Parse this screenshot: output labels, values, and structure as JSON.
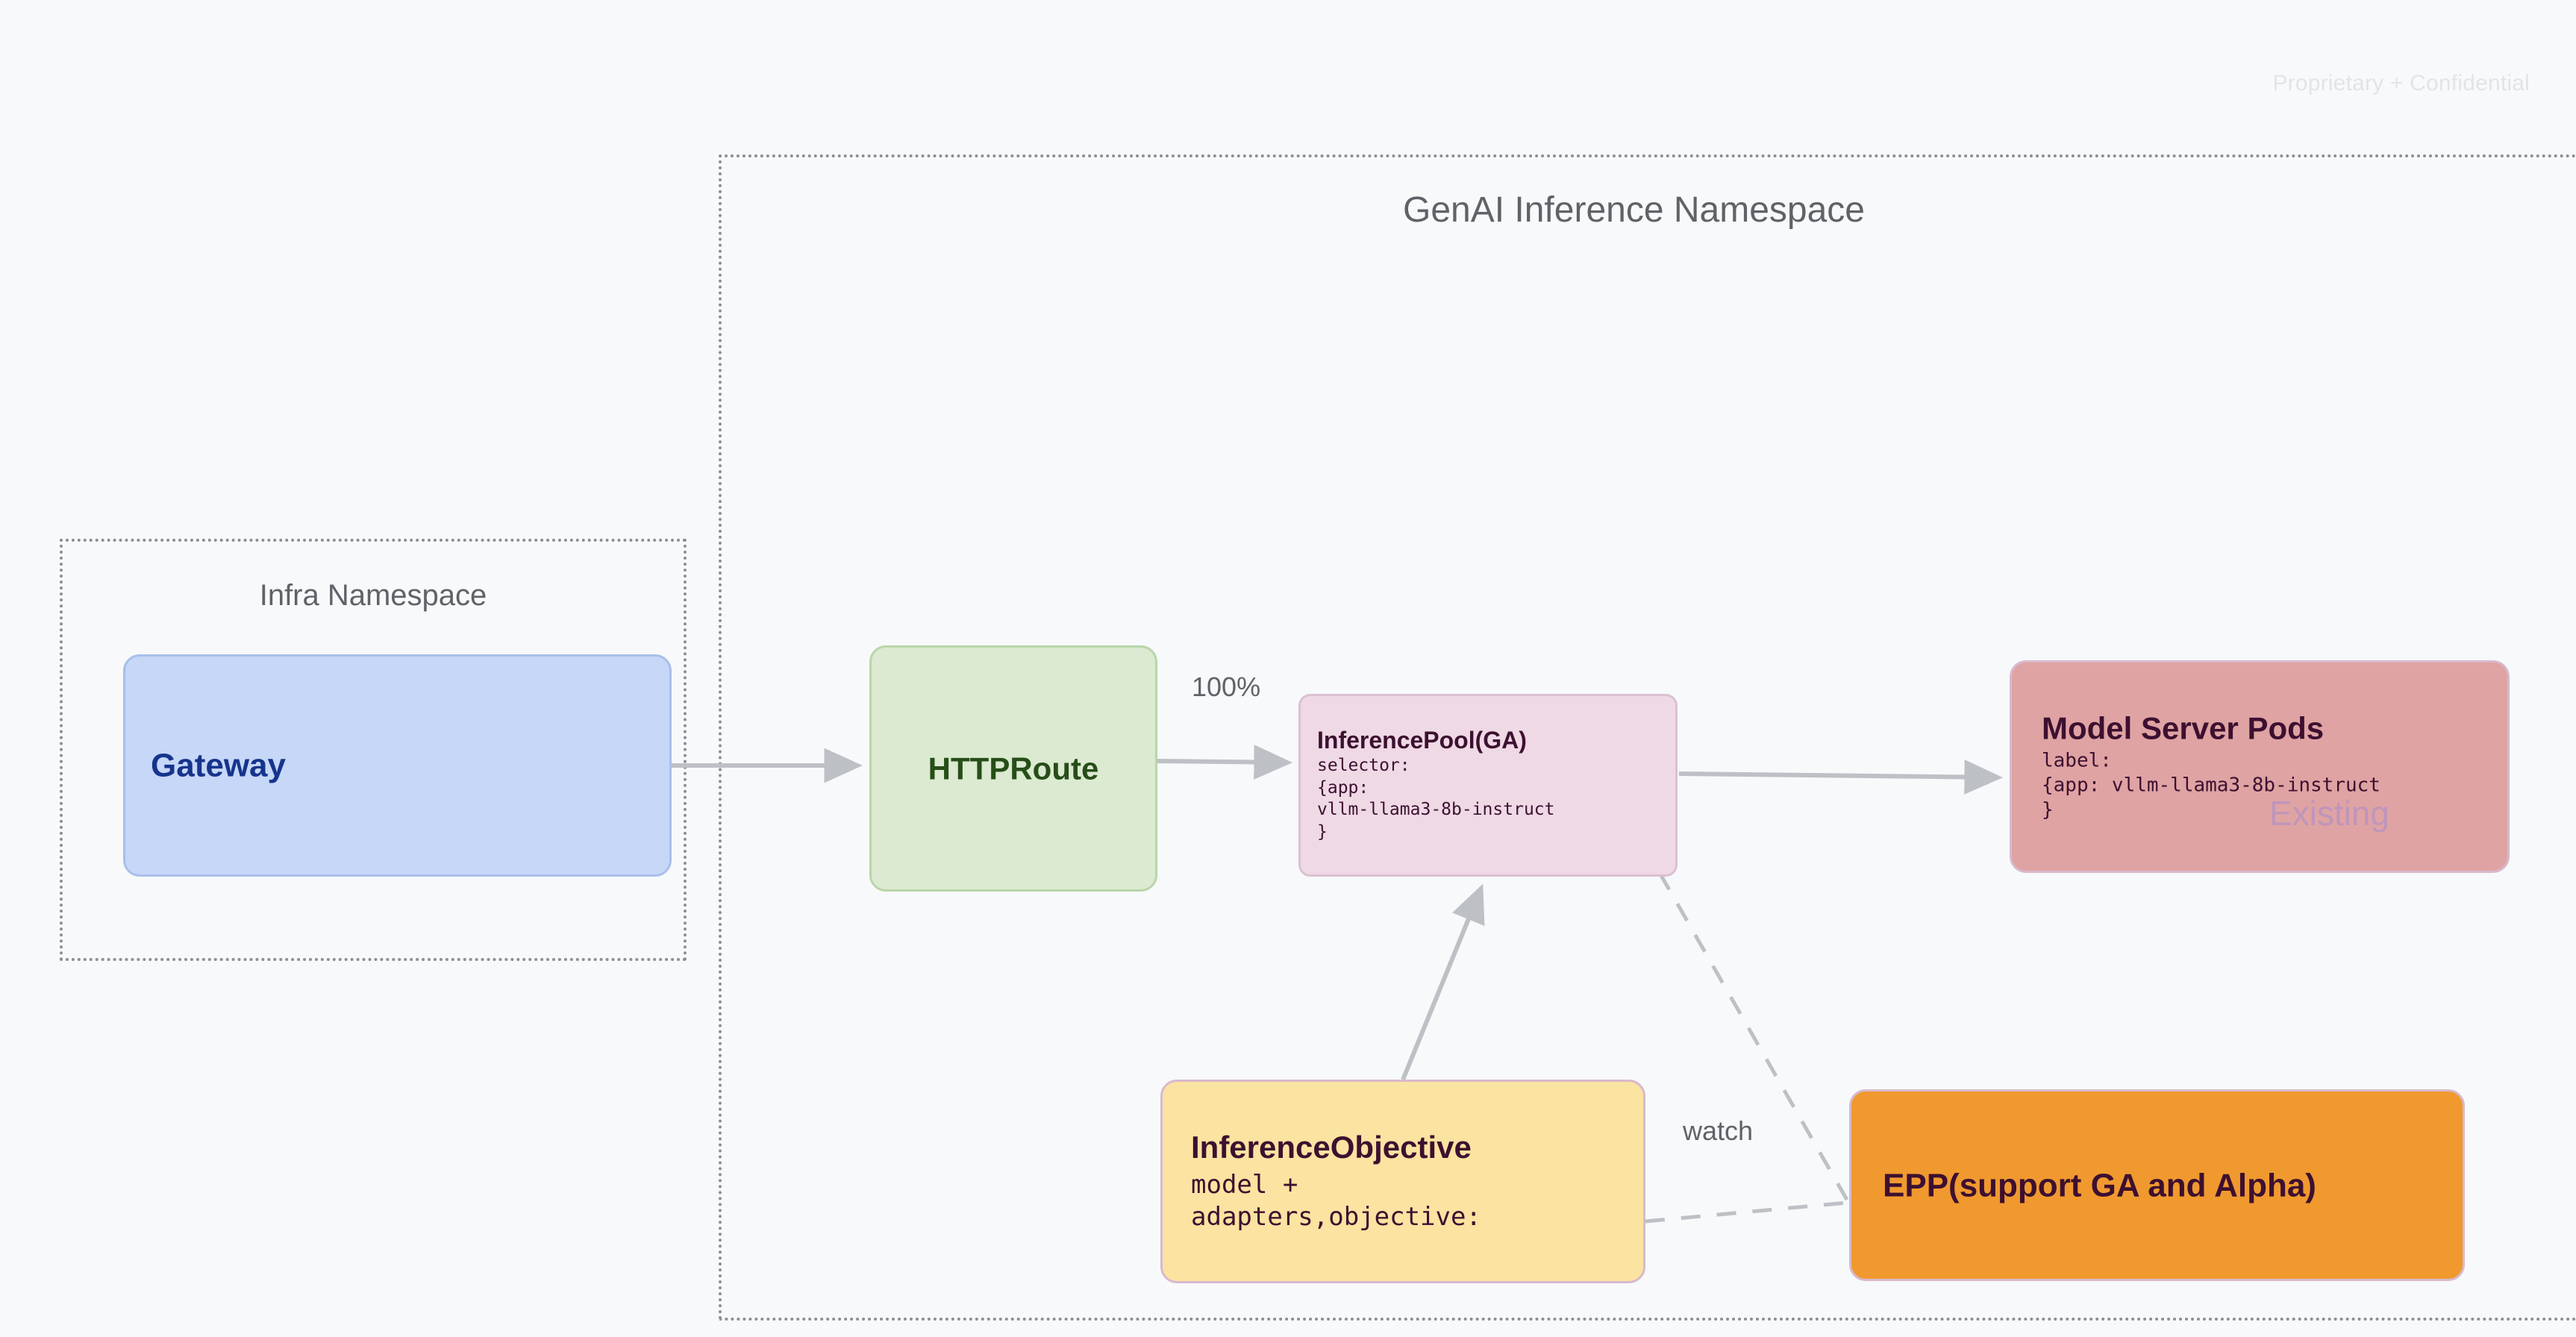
{
  "slide": {
    "confidential_note": "Proprietary + Confidential"
  },
  "namespaces": [
    {
      "id": "infra",
      "title": "Infra Namespace"
    },
    {
      "id": "genai",
      "title": "GenAI Inference Namespace"
    }
  ],
  "nodes": {
    "gateway": {
      "title": "Gateway",
      "color": "#c6d7f7",
      "text_color": "#17348c"
    },
    "httproute": {
      "title": "HTTPRoute",
      "color": "#dbead1",
      "text_color": "#274d18"
    },
    "inference_pool": {
      "title": "InferencePool(GA)",
      "body": "selector:\n{app:\nvllm-llama3-8b-instruct\n}",
      "color": "#eed9e5",
      "text_color": "#3d1030"
    },
    "model_server_pods": {
      "title": "Model Server Pods",
      "body": "label:\n{app: vllm-llama3-8b-instruct\n}",
      "badge": "Existing",
      "color": "#dfa3a3",
      "text_color": "#3d1030",
      "badge_color": "#bf95bb"
    },
    "inference_objective": {
      "title": "InferenceObjective",
      "body": "model +\nadapters,objective:",
      "color": "#fbe3a1",
      "text_color": "#3d1030"
    },
    "epp": {
      "title": "EPP(support GA and Alpha)",
      "color": "#f0992f",
      "text_color": "#3d1030"
    }
  },
  "edges": {
    "gateway_to_httproute": {
      "label": ""
    },
    "httproute_to_pool": {
      "label": "100%"
    },
    "pool_to_pods": {
      "label": ""
    },
    "objective_to_pool": {
      "label": ""
    },
    "objective_to_epp": {
      "label": "watch"
    },
    "pool_to_epp": {
      "label": ""
    }
  },
  "colors": {
    "background": "#f7f9fb",
    "edge": "#bdc1c6",
    "namespace_border": "#8b8f94",
    "namespace_title": "#5f6368"
  }
}
